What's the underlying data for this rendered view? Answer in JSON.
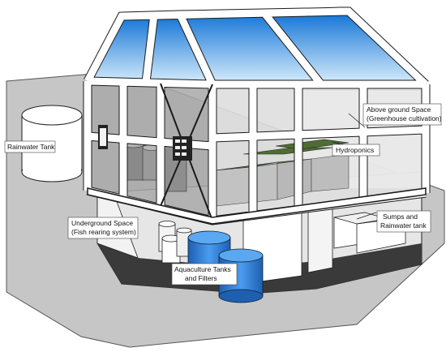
{
  "diagram": {
    "labels": {
      "rainwater_tank": "Rainwater Tank",
      "above_ground_1": "Above ground Space",
      "above_ground_2": "(Greenhouse cultivation)",
      "hydroponics": "Hydroponics",
      "underground_1": "Underground Space",
      "underground_2": "(Fish rearing system)",
      "sumps_1": "Sumps and",
      "sumps_2": "Rainwater tank",
      "aquaculture_1": "Aquaculture Tanks",
      "aquaculture_2": "and Filters"
    },
    "colors": {
      "ground": "#c8c8c8",
      "pit_floor": "#3a3a3a",
      "roof_glass": "#3aa0e6",
      "fish_tank": "#2f7fd6",
      "frame": "#ffffff",
      "frame_outline": "#1a1a1a"
    }
  }
}
